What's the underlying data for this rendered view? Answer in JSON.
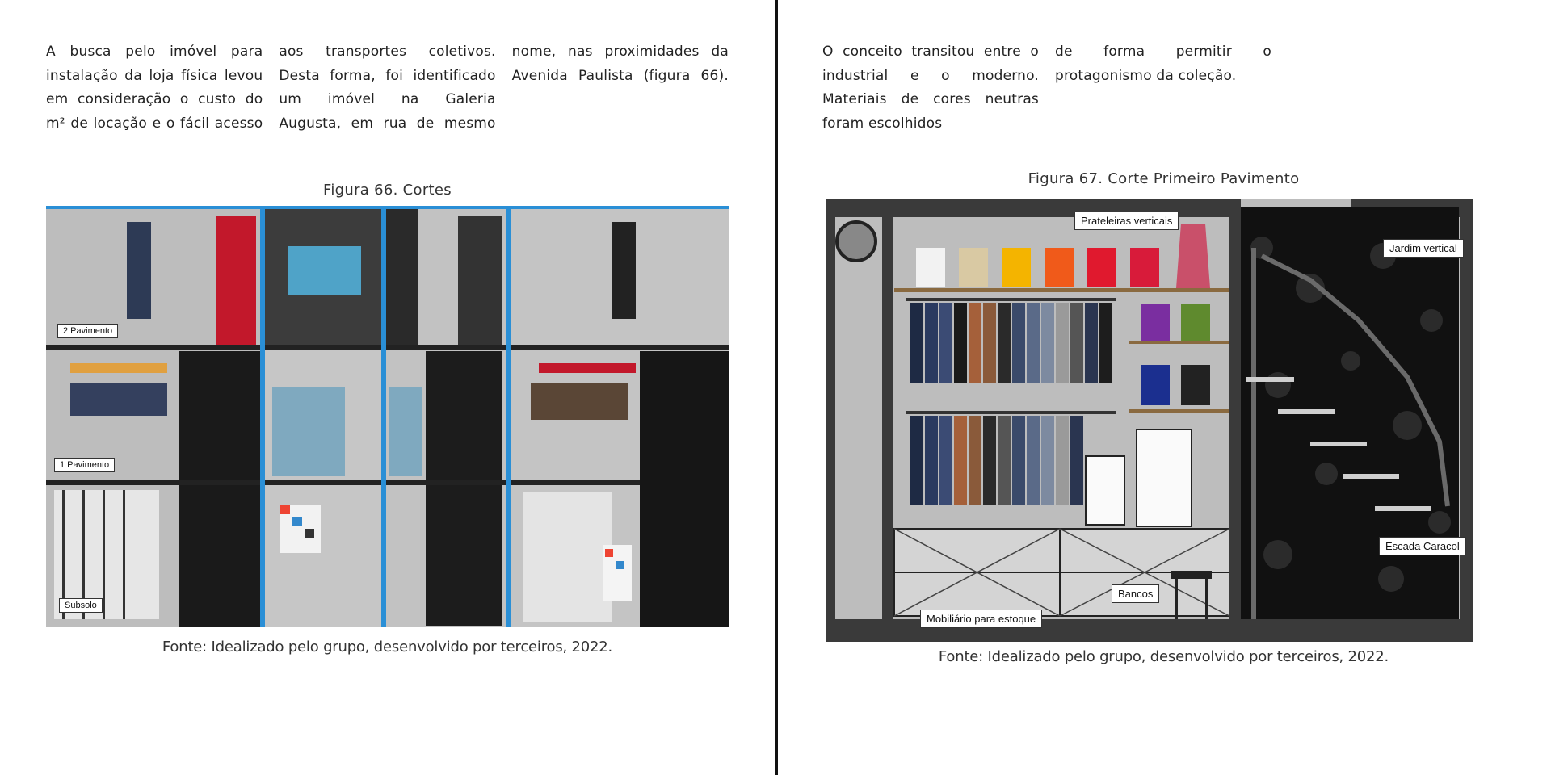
{
  "left_page": {
    "columns": [
      "A busca pelo imóvel para instalação da loja física levou em consideração o custo do m² de locação e o fácil acesso",
      "aos transportes coletivos. Desta forma, foi identificado um imóvel na Galeria Augusta, em rua de mesmo",
      "nome, nas proximidades da Avenida Paulista (figura 66)."
    ],
    "figure_caption": "Figura 66. Cortes",
    "figure_labels": {
      "floor2": "2 Pavimento",
      "floor1": "1 Pavimento",
      "basement": "Subsolo"
    },
    "source": "Fonte: Idealizado pelo grupo, desenvolvido por terceiros, 2022."
  },
  "right_page": {
    "columns": [
      "O conceito transitou entre o industrial e o moderno. Materiais de cores neutras foram escolhidos",
      "de forma permitir o protagonismo da coleção."
    ],
    "figure_caption": "Figura 67. Corte Primeiro Pavimento",
    "figure_labels": {
      "shelves": "Prateleiras verticais",
      "garden": "Jardim vertical",
      "stairs": "Escada Caracol",
      "benches": "Bancos",
      "storage": "Mobiliário para estoque"
    },
    "source": "Fonte: Idealizado pelo grupo, desenvolvido por terceiros, 2022."
  },
  "colors": {
    "wall": "#c9c9c9",
    "dark": "#2b2b2b",
    "accent_blue": "#2a8fd6",
    "glass": "#7fa9bf",
    "curtain_red": "#c2182b"
  }
}
